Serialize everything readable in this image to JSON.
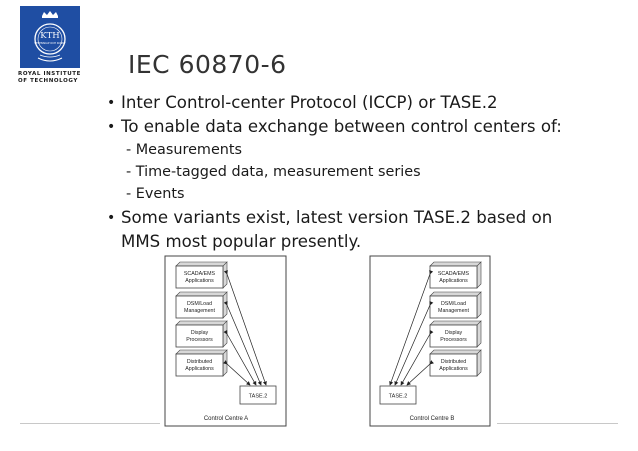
{
  "logo": {
    "text": "KTH",
    "motto": "VETENSKAP OCH KONST",
    "caption_line1": "ROYAL INSTITUTE",
    "caption_line2": "OF TECHNOLOGY",
    "color": "#1f4ea3"
  },
  "slide": {
    "title": "IEC 60870-6",
    "bullets": [
      {
        "text": "Inter Control-center Protocol (ICCP) or TASE.2",
        "sub": []
      },
      {
        "text": "To enable data exchange between control centers of:",
        "sub": [
          "- Measurements",
          "- Time-tagged data, measurement series",
          "- Events"
        ]
      },
      {
        "text_line1": "Some variants exist, latest version TASE.2 based on",
        "text_line2": "MMS most popular presently."
      }
    ]
  },
  "diagram": {
    "centre_a": {
      "label": "Control Centre A",
      "apps": [
        {
          "line1": "SCADA/EMS",
          "line2": "Applications"
        },
        {
          "line1": "DSM/Load",
          "line2": "Management"
        },
        {
          "line1": "Display",
          "line2": "Processors"
        },
        {
          "line1": "Distributed",
          "line2": "Applications"
        }
      ],
      "tase": "TASE.2"
    },
    "centre_b": {
      "label": "Control Centre B",
      "apps": [
        {
          "line1": "SCADA/EMS",
          "line2": "Applications"
        },
        {
          "line1": "DSM/Load",
          "line2": "Management"
        },
        {
          "line1": "Display",
          "line2": "Processors"
        },
        {
          "line1": "Distributed",
          "line2": "Applications"
        }
      ],
      "tase": "TASE.2"
    }
  }
}
